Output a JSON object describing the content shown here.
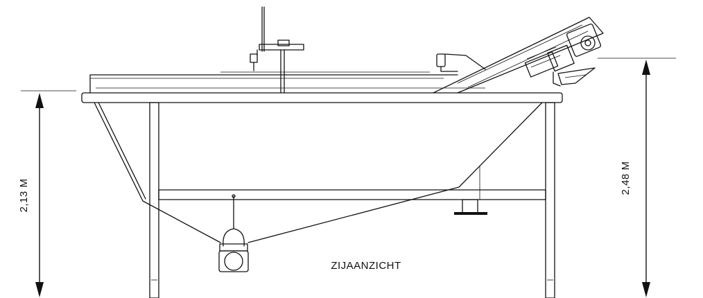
{
  "view_title": "ZIJAANZICHT",
  "dimensions": {
    "left_height": "2,13 M",
    "right_height": "2,48 M"
  }
}
